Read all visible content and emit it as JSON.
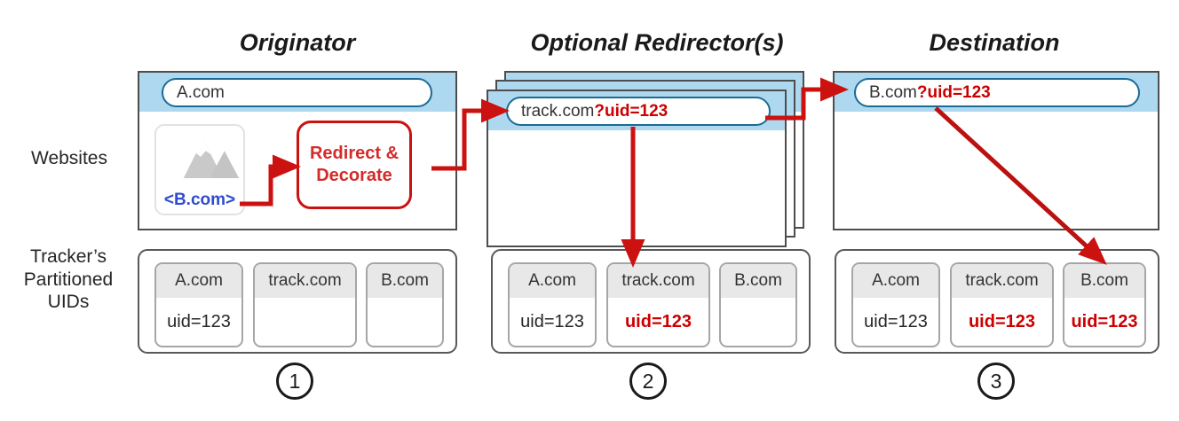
{
  "columns": [
    {
      "title": "Originator"
    },
    {
      "title": "Optional Redirector(s)"
    },
    {
      "title": "Destination"
    }
  ],
  "row_labels": {
    "websites": "Websites",
    "uids": "Tracker’s\nPartitioned\nUIDs"
  },
  "browsers": [
    {
      "name": "originator-window",
      "url_host": "A.com",
      "url_param": "",
      "image_link_label": "<B.com>",
      "image_icon": "mountain-image-icon"
    },
    {
      "name": "redirector-window",
      "url_host": "track.com",
      "url_param": "?uid=123",
      "stacked": 3
    },
    {
      "name": "destination-window",
      "url_host": "B.com",
      "url_param": "?uid=123"
    }
  ],
  "redirect_box": {
    "line1": "Redirect &",
    "line2": "Decorate"
  },
  "uid_tables": [
    {
      "step": "1",
      "cells": [
        {
          "header": "A.com",
          "value": "uid=123",
          "highlight": false
        },
        {
          "header": "track.com",
          "value": "",
          "highlight": false
        },
        {
          "header": "B.com",
          "value": "",
          "highlight": false
        }
      ]
    },
    {
      "step": "2",
      "cells": [
        {
          "header": "A.com",
          "value": "uid=123",
          "highlight": false
        },
        {
          "header": "track.com",
          "value": "uid=123",
          "highlight": true
        },
        {
          "header": "B.com",
          "value": "",
          "highlight": false
        }
      ]
    },
    {
      "step": "3",
      "cells": [
        {
          "header": "A.com",
          "value": "uid=123",
          "highlight": false
        },
        {
          "header": "track.com",
          "value": "uid=123",
          "highlight": true
        },
        {
          "header": "B.com",
          "value": "uid=123",
          "highlight": true
        }
      ]
    }
  ],
  "colors": {
    "accent_red": "#cc0000",
    "arrow_red": "#cc1111",
    "chrome_blue": "#aed8ef",
    "pill_border": "#1c6b94",
    "link_blue": "#2f4bd1",
    "window_border": "#4d4d4d",
    "cell_header": "#e8e8e8"
  },
  "steps": [
    "1",
    "2",
    "3"
  ]
}
